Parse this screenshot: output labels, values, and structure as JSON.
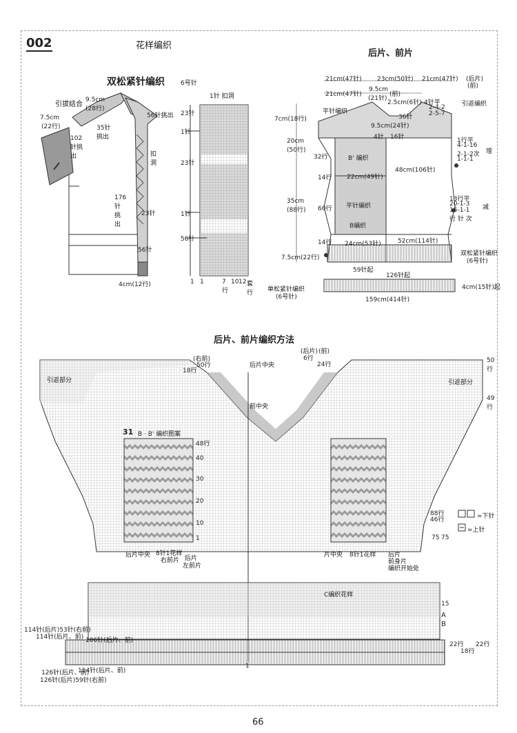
{
  "header": {
    "pattern_number": "002",
    "title": "花样编织",
    "section_title": "后片、前片"
  },
  "sleeve_diagram": {
    "title": "双松紧针编织",
    "needle": "6号针",
    "labels": {
      "pickup_join": "引拔结合",
      "w1": "7.5cm",
      "w1_rows": "(22行)",
      "w2": "9.5cm",
      "w2_rows": "(28行)",
      "pick35": "35针挑出",
      "pick102": "102针挑出",
      "pick56": "56针挑出",
      "pick176": "176针挑出",
      "buttonhole": "扣洞",
      "s23": "23针",
      "s56": "56针",
      "bottom": "4cm(12行)"
    }
  },
  "buttonhole_chart": {
    "title": "1针 扣洞",
    "left_labels": [
      "23针",
      "1针",
      "23针",
      "1针",
      "56针"
    ],
    "bottom_labels": [
      "1",
      "1",
      "7行",
      "10",
      "12",
      "套行"
    ]
  },
  "body_schematic": {
    "top_dims": [
      "21cm(47针)",
      "23cm(50针)",
      "21cm(47针)",
      "(后片)",
      "(前)"
    ],
    "dims": {
      "r2_left": "21cm(47针)",
      "r2_mid": "9.5cm",
      "r2_mid2": "(21针)",
      "r2_front": "(前)",
      "neck_dim": "36针",
      "neck_dim2": "2.5cm(6针)",
      "shoulder": "4针平",
      "rule1": "2-4-2",
      "rule2": "2-5-7",
      "neck_bottom": "9.5cm(24针)",
      "n4": "4针",
      "n16": "16针",
      "h7": "7cm(18行)",
      "h20": "20cm",
      "h20b": "(50行)",
      "r32": "32行",
      "r14a": "14行",
      "h35": "35cm",
      "h35b": "(88行)",
      "r60": "60行",
      "r14b": "14行",
      "h75": "7.5cm(22行)",
      "w22": "22cm(49针)",
      "w48": "48cm(106针)",
      "w24": "24cm(53针)",
      "w52": "52cm(114针)",
      "cast59": "59针起",
      "cast126": "126针起",
      "w159": "159cm(414针)",
      "band": "4cm(15针)起",
      "inc_rule_1": "1行平",
      "inc_rule_2": "4-1-16",
      "inc_rule_3": "2-1-2次",
      "inc_rule_4": "1-1-1",
      "inc_word": "增",
      "dec_rule_1": "13行平",
      "dec_rule_2": "20-1-3",
      "dec_rule_3": "15-1-1",
      "dec_rule_4": "行 针 次",
      "dec_word": "减"
    },
    "regions": {
      "stockinette_top": "平针编织",
      "short_rows": "引返编织",
      "b_prime": "B' 编织",
      "stockinette_mid": "平针编织",
      "b_knit": "B编织",
      "rib_double": "双松紧针编织",
      "rib_double_needle": "(6号针)",
      "rib_single": "单松紧针编织",
      "rib_single_needle": "(6号针)"
    }
  },
  "main_chart": {
    "title": "后片、前片编织方法",
    "labels": {
      "right_front": "(右前)",
      "back_piece": "(后片)",
      "front": "(前)",
      "r50": "50行",
      "r18": "18行",
      "r6": "6行",
      "r24": "24行",
      "back_center": "后片中央",
      "front_center": "前中央",
      "short_left": "引返部分",
      "short_right": "引返部分",
      "r50r": "50行",
      "r49r": "49行",
      "chart31_num": "31",
      "chart31_title": "B · B' 编织图案",
      "r88": "88行",
      "r46": "46行",
      "r75a": "75",
      "r75b": "75",
      "legend1": "=下针",
      "legend2": "=上针",
      "back_center2": "后片中央",
      "repeat8": "8针1花样",
      "right_front_lbl": "右前片",
      "back_lbl": "后片",
      "left_front": "左前片",
      "front_center2": "片中央",
      "repeat8b": "8针1花样",
      "back2": "后片",
      "front_body": "前身片",
      "pattern_start": "编织开始处",
      "c_pattern": "C编织花样",
      "r15": "15",
      "a": "A",
      "b": "B",
      "l114_53": "114针(后片)53针(右前)",
      "l114": "114针(后片、前)",
      "l106": "106针(后片、前)",
      "r22": "22行",
      "r22b": "22行",
      "r18b": "18行",
      "l126": "126针(后片、前)",
      "l114b": "114针(后片、前)",
      "l126_59": "126针(后片)59针(右前)",
      "one": "1"
    },
    "ticks48": [
      "48行",
      "40",
      "30",
      "20",
      "10",
      "1"
    ]
  },
  "footer": {
    "page": "66"
  }
}
